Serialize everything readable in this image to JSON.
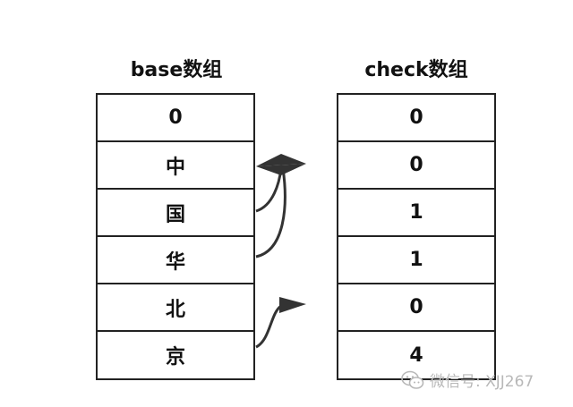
{
  "base": {
    "title": "base数组",
    "cells": [
      "0",
      "中",
      "国",
      "华",
      "北",
      "京"
    ]
  },
  "check": {
    "title": "check数组",
    "cells": [
      "0",
      "0",
      "1",
      "1",
      "0",
      "4"
    ]
  },
  "watermark": {
    "text": "微信号: XJJ267",
    "icon": "wechat-icon"
  },
  "colors": {
    "stroke": "#222222",
    "arrow": "#333333",
    "watermark": "#b8b8b8"
  }
}
